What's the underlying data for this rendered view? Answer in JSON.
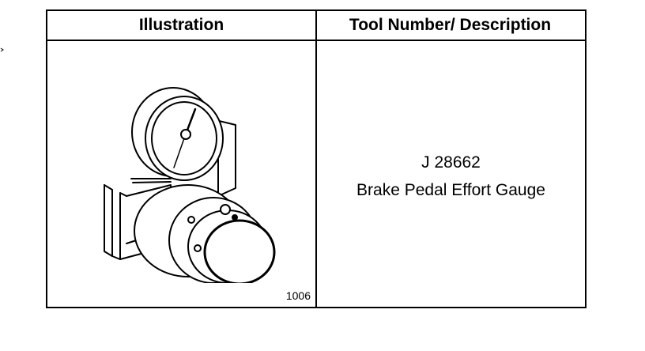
{
  "table": {
    "headers": {
      "illustration": "Illustration",
      "tool": "Tool Number/ Description"
    },
    "row": {
      "figure_number": "1006",
      "tool_number": "J 28662",
      "tool_description": "Brake Pedal Effort Gauge"
    }
  },
  "illustration": {
    "icon": "brake-pedal-effort-gauge-drawing"
  }
}
